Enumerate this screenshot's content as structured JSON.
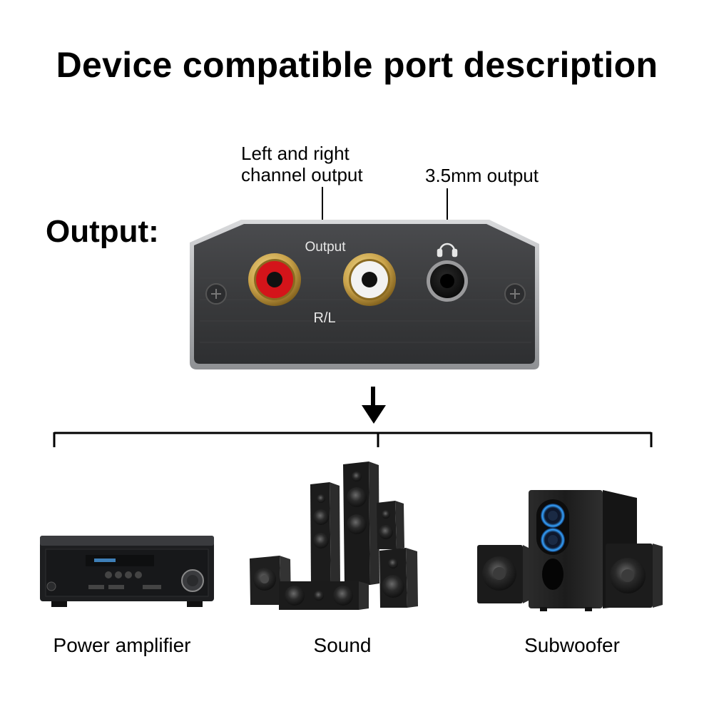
{
  "title": "Device compatible port description",
  "section_label": "Output:",
  "callouts": {
    "rca_line1": "Left and right",
    "rca_line2": "channel output",
    "jack": "3.5mm output"
  },
  "device_panel": {
    "output_label": "Output",
    "rl_label": "R/L"
  },
  "devices": [
    {
      "caption": "Power amplifier"
    },
    {
      "caption": "Sound"
    },
    {
      "caption": "Subwoofer"
    }
  ],
  "colors": {
    "panel": "#3a3b3d",
    "rca_red": "#d4141a",
    "rca_white": "#f2f2f2",
    "gold": "#c9a24a"
  }
}
